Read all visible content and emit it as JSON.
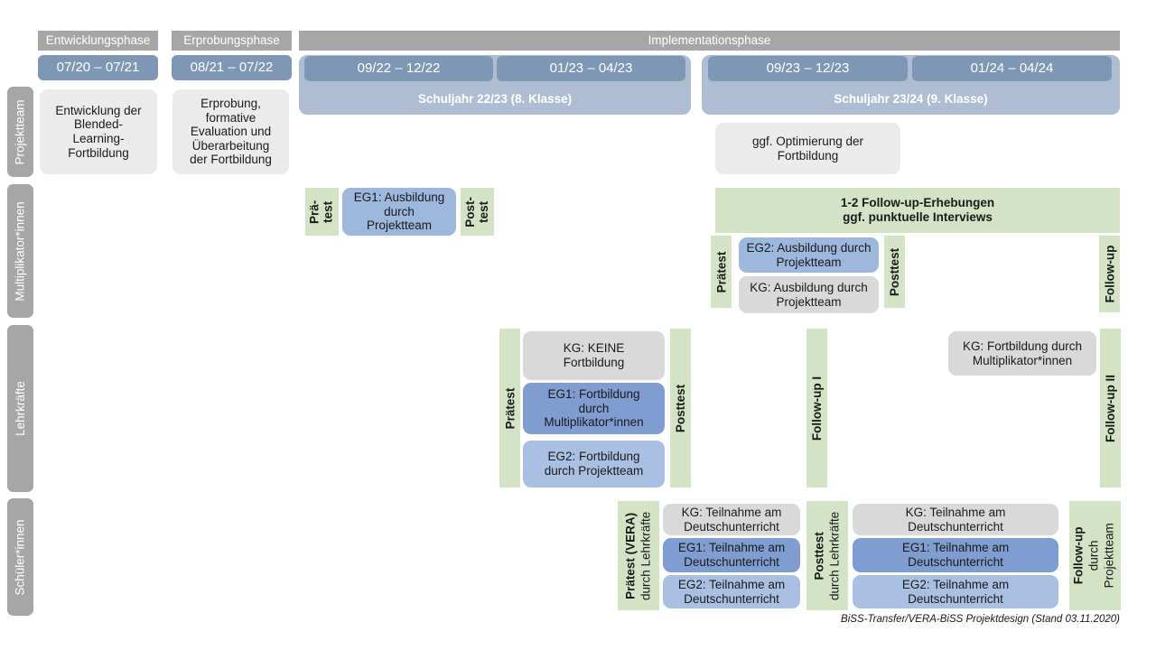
{
  "lanes": [
    {
      "id": "projektteam",
      "label": "Projektteam"
    },
    {
      "id": "multiplikator",
      "label": "Multiplikator*innen"
    },
    {
      "id": "lehrkraefte",
      "label": "Lehrkräfte"
    },
    {
      "id": "schueler",
      "label": "Schüler*innen"
    }
  ],
  "phases": [
    {
      "id": "entwicklung",
      "label": "Entwicklungsphase"
    },
    {
      "id": "erprobung",
      "label": "Erprobungsphase"
    },
    {
      "id": "implementation",
      "label": "Implementationsphase"
    }
  ],
  "periods": [
    {
      "id": "p1",
      "label": "07/20 – 07/21"
    },
    {
      "id": "p2",
      "label": "08/21 – 07/22"
    },
    {
      "id": "p3",
      "label": "09/22 – 12/22"
    },
    {
      "id": "p4",
      "label": "01/23 – 04/23"
    },
    {
      "id": "p5",
      "label": "09/23 – 12/23"
    },
    {
      "id": "p6",
      "label": "01/24 – 04/24"
    }
  ],
  "school_years": [
    {
      "id": "sy2223",
      "label": "Schuljahr 22/23 (8. Klasse)"
    },
    {
      "id": "sy2324",
      "label": "Schuljahr 23/24 (9. Klasse)"
    }
  ],
  "projektteam": {
    "entwicklung_box": "Entwicklung der\nBlended-\nLearning-\nFortbildung",
    "erprobung_box": "Erprobung,\nformative\nEvaluation und\nÜberarbeitung\nder Fortbildung",
    "optimierung_box": "ggf. Optimierung der\nFortbildung"
  },
  "multiplikator": {
    "praetest_short_line1": "Prä-",
    "praetest_short_line2": "test",
    "posttest_short_line1": "Post-",
    "posttest_short_line2": "test",
    "eg1_box": "EG1: Ausbildung\ndurch\nProjektteam",
    "followup_band_line1": "1-2 Follow-up-Erhebungen",
    "followup_band_line2": "ggf. punktuelle Interviews",
    "praetest": "Prätest",
    "posttest": "Posttest",
    "followup": "Follow-up",
    "eg2_box": "EG2: Ausbildung durch\nProjektteam",
    "kg_box": "KG: Ausbildung durch\nProjektteam"
  },
  "lehrkraefte": {
    "praetest": "Prätest",
    "posttest": "Posttest",
    "followup_1": "Follow-up I",
    "followup_2": "Follow-up II",
    "kg_keine_box": "KG:  KEINE\nFortbildung",
    "eg1_box": "EG1: Fortbildung\ndurch\nMultiplikator*innen",
    "eg2_box": "EG2: Fortbildung\ndurch Projektteam",
    "kg_fortbildung_box": "KG: Fortbildung durch\nMultiplikator*innen"
  },
  "schueler": {
    "praetest_bold": "Prätest (VERA)",
    "praetest_sub": "durch Lehrkräfte",
    "posttest_bold": "Posttest",
    "posttest_sub": "durch Lehrkräfte",
    "followup_bold": "Follow-up",
    "followup_sub1": "durch",
    "followup_sub2": "Projektteam",
    "left_kg": "KG: Teilnahme am\nDeutschunterricht",
    "left_eg1": "EG1: Teilnahme am\nDeutschunterricht",
    "left_eg2": "EG2: Teilnahme am\nDeutschunterricht",
    "right_kg": "KG: Teilnahme am\nDeutschunterricht",
    "right_eg1": "EG1: Teilnahme am\nDeutschunterricht",
    "right_eg2": "EG2: Teilnahme am\nDeutschunterricht"
  },
  "footer": {
    "caption": "BiSS-Transfer/VERA-BiSS Projektdesign (Stand 03.11.2020)"
  },
  "colors": {
    "lane_gray": "#a6a6a6",
    "phase_gray": "#a6a6a6",
    "date_blue": "#7e97b5",
    "year_band_blue": "#aebdd2",
    "box_gray_light": "#ebebeb",
    "box_gray": "#d9d9d9",
    "blue_dark": "#7f9dd0",
    "blue_mid": "#9eb7dd",
    "blue_light": "#aac0e3",
    "green": "#d4e3c5"
  }
}
